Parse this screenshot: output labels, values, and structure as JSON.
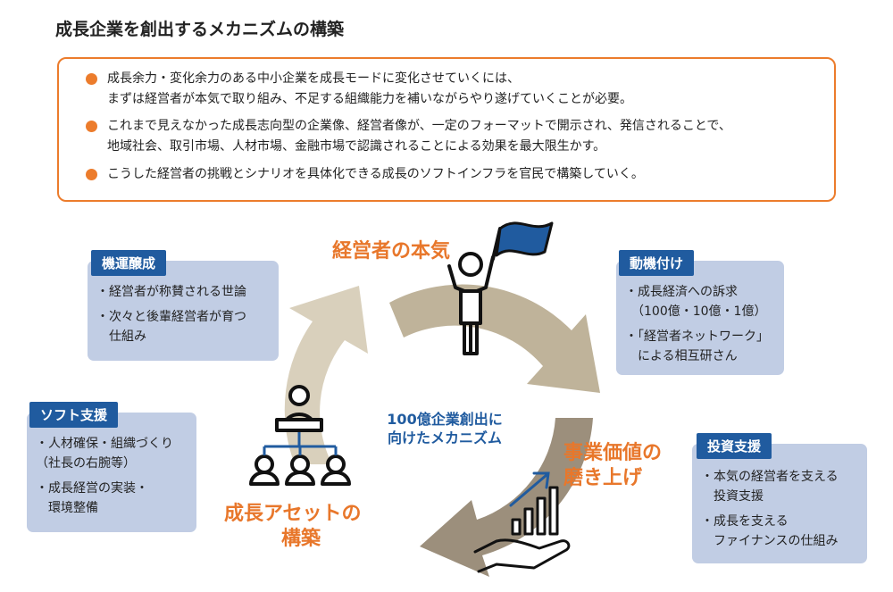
{
  "title": "成長企業を創出するメカニズムの構築",
  "summary": {
    "bullets": [
      [
        "成長余力・変化余力のある中小企業を成長モードに変化させていくには、",
        "まずは経営者が本気で取り組み、不足する組織能力を補いながらやり遂げていくことが必要。"
      ],
      [
        "これまで見えなかった成長志向型の企業像、経営者像が、一定のフォーマットで開示され、発信されることで、",
        "地域社会、取引市場、人材市場、金融市場で認識されることによる効果を最大限生かす。"
      ],
      [
        "こうした経営者の挑戦とシナリオを具体化できる成長のソフトインフラを官民で構築していく。"
      ]
    ]
  },
  "cycle": {
    "center": [
      "100億企業創出に",
      "向けたメカニズム"
    ],
    "stages": {
      "top": "経営者の本気",
      "right": [
        "事業価値の",
        "磨き上げ"
      ],
      "left": [
        "成長アセットの",
        "構築"
      ]
    }
  },
  "panels": {
    "kiun": {
      "tag": "機運醸成",
      "items": [
        [
          "・経営者が称賛される世論"
        ],
        [
          "・次々と後輩経営者が育つ",
          "　仕組み"
        ]
      ]
    },
    "doki": {
      "tag": "動機付け",
      "items": [
        [
          "・成長経済への訴求",
          "　（100億・10億・1億）"
        ],
        [
          "・「経営者ネットワーク」",
          "　による相互研さん"
        ]
      ]
    },
    "soft": {
      "tag": "ソフト支援",
      "items": [
        [
          "・人材確保・組織づくり",
          "（社長の右腕等）"
        ],
        [
          "・成長経営の実装・",
          "　環境整備"
        ]
      ]
    },
    "toshi": {
      "tag": "投資支援",
      "items": [
        [
          "・本気の経営者を支える",
          "　投資支援"
        ],
        [
          "・成長を支える",
          "　ファイナンスの仕組み"
        ]
      ]
    }
  },
  "icons": [
    "flag-person-icon",
    "org-chart-icon",
    "growth-chart-hand-icon"
  ],
  "colors": {
    "accent_orange": "#ec7c2c",
    "tag_blue": "#205b9f",
    "panel_fill": "#c1cde4",
    "arrow_light": "#d9d0bc",
    "arrow_mid": "#bfb39a",
    "arrow_dark": "#9c8f7c"
  }
}
